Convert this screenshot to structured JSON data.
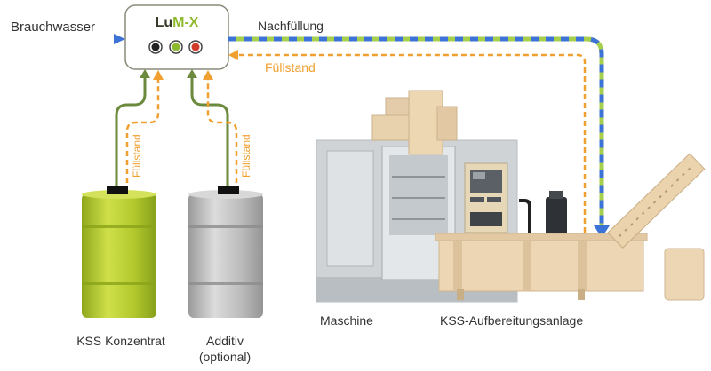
{
  "unit": {
    "brand_prefix": "Lu",
    "brand_suffix": "M-X"
  },
  "labels": {
    "input_water": "Brauchwasser",
    "refill": "Nachfüllung",
    "level_main": "Füllstand",
    "level_concentrate": "Füllstand",
    "level_additive": "Füllstand",
    "concentrate": "KSS Konzentrat",
    "additive_line1": "Additiv",
    "additive_line2": "(optional)",
    "machine": "Maschine",
    "treatment_plant": "KSS-Aufbereitungsanlage"
  },
  "colors": {
    "brand_dark": "#3a3a2a",
    "brand_green": "#8db92e",
    "water_blue": "#3d73d6",
    "level_orange": "#f0a030",
    "supply_green": "#6b8a3e",
    "drum_green": "#b5cc2e",
    "drum_grey": "#b8b8b8",
    "indicator_black": "#222222",
    "indicator_green": "#8db92e",
    "indicator_red": "#d03a2a",
    "machine_grey": "#cfd3d6",
    "wood": "#e8d2ae"
  }
}
